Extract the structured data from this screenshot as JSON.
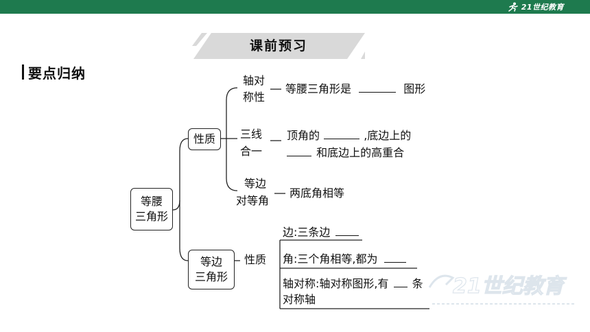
{
  "header": {
    "logo_text": "21世纪教育"
  },
  "banner": {
    "title": "课前预习"
  },
  "section": {
    "title": "要点归纳"
  },
  "mindmap": {
    "root": {
      "line1": "等腰",
      "line2": "三角形"
    },
    "props_node": "性质",
    "axis": {
      "label1": "轴对",
      "label2": "称性",
      "text_a": "等腰三角形是",
      "text_b": "图形"
    },
    "three_line": {
      "label1": "三线",
      "label2": "合一",
      "text_a": "顶角的",
      "text_b": ",底边上的",
      "text_c": "和底边上的高重合"
    },
    "equal_angles": {
      "label1": "等边",
      "label2": "对等角",
      "text": "两底角相等"
    },
    "equilateral": {
      "line1": "等边",
      "line2": "三角形"
    },
    "eq_props": "性质",
    "sides": {
      "text": "边:三条边"
    },
    "angles": {
      "text": "角:三个角相等,都为"
    },
    "symmetry": {
      "text_a": "轴对称:轴对称图形,有",
      "text_b": "条",
      "text_c": "对称轴"
    }
  },
  "colors": {
    "header": "#1e7a4e",
    "banner_bg": "#d9d9d9"
  },
  "watermark": {
    "text": "21世纪教育"
  }
}
